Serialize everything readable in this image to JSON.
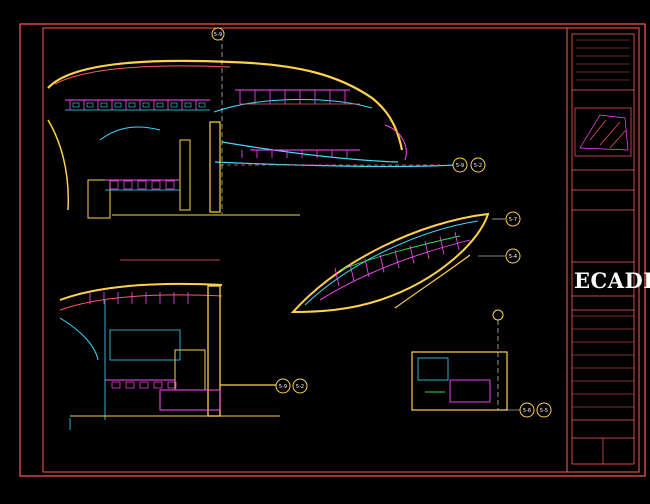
{
  "drawing": {
    "logo_text": "ECADI",
    "bubbles": [
      "5-9",
      "5-2",
      "5-7",
      "5-4",
      "5-6",
      "5-5"
    ],
    "colors": {
      "background": "#000000",
      "frame": "#ff5a5a",
      "wall": "#ffd24a",
      "cyan": "#3fd8ff",
      "green": "#37e04a",
      "magenta": "#ff4aff",
      "white": "#ffffff"
    }
  }
}
